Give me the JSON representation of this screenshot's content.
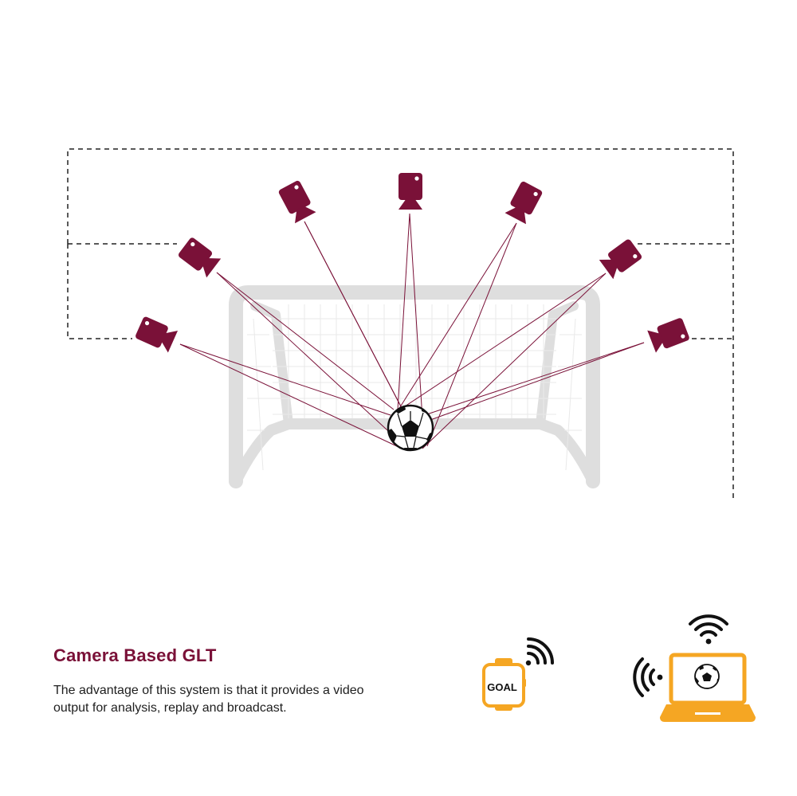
{
  "caption": {
    "title": "Camera Based GLT",
    "description": "The advantage of this system is that it provides a video output for analysis, replay and broadcast."
  },
  "watch": {
    "label": "GOAL"
  },
  "colors": {
    "camera": "#7a1138",
    "sightline": "#7a1138",
    "goal_frame": "#e0e0e0",
    "device": "#f5a623",
    "ink": "#111111"
  },
  "icons": {
    "cameras": "video-camera-icon",
    "ball": "soccer-ball-icon",
    "watch": "smartwatch-icon",
    "laptop": "laptop-icon",
    "wifi": "wifi-signal-icon"
  }
}
